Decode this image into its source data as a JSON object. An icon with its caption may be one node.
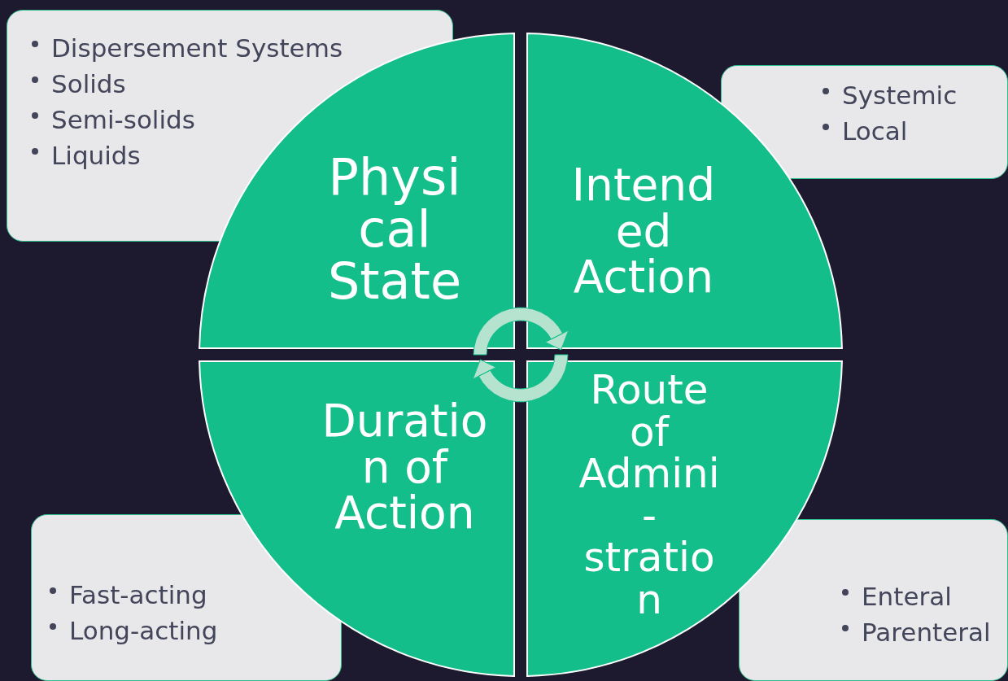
{
  "diagram": {
    "nodes": [
      {
        "text": [
          "Dispersement Systems",
          "Solids",
          "Semi-solids",
          "Liquids"
        ]
      },
      {
        "text": [
          "Systemic",
          "Local"
        ]
      },
      {
        "text": [
          "Fast-acting",
          "Long-acting"
        ]
      },
      {
        "text": [
          "Enteral",
          "Parenteral"
        ]
      },
      {
        "text": [
          "Physical State"
        ]
      },
      {
        "text": [
          "Intended Action"
        ]
      },
      {
        "text": [
          "Duration of Action"
        ]
      },
      {
        "text": [
          "Route of Admini-stration"
        ]
      }
    ]
  }
}
